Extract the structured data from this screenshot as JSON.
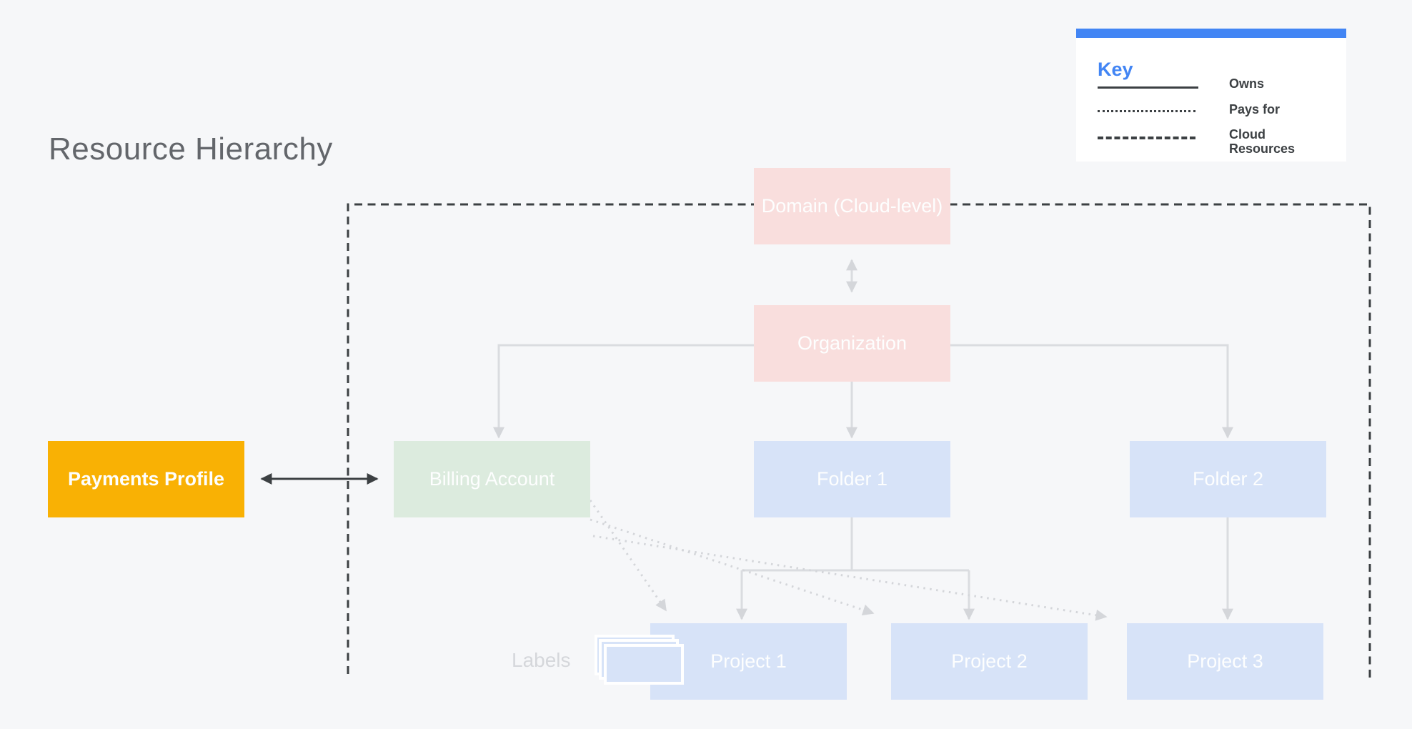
{
  "title": "Resource Hierarchy",
  "legend": {
    "heading": "Key",
    "items": [
      {
        "line_style": "solid",
        "label": "Owns"
      },
      {
        "line_style": "dotted",
        "label": "Pays for"
      },
      {
        "line_style": "dashed",
        "label": "Cloud Resources"
      }
    ]
  },
  "nodes": {
    "domain": {
      "label": "Domain (Cloud-level)",
      "color": "#F9DEDD"
    },
    "organization": {
      "label": "Organization",
      "color": "#F9DEDD"
    },
    "payments_profile": {
      "label": "Payments Profile",
      "color": "#F9B104"
    },
    "billing_account": {
      "label": "Billing Account",
      "color": "#DCEBDE"
    },
    "folder_1": {
      "label": "Folder 1",
      "color": "#D7E3F8"
    },
    "folder_2": {
      "label": "Folder 2",
      "color": "#D7E3F8"
    },
    "project_1": {
      "label": "Project 1",
      "color": "#D7E3F8"
    },
    "project_2": {
      "label": "Project 2",
      "color": "#D7E3F8"
    },
    "project_3": {
      "label": "Project 3",
      "color": "#D7E3F8"
    }
  },
  "annotations": {
    "labels_caption": "Labels"
  },
  "palette": {
    "background": "#F6F7F9",
    "pink_box": "#F9DEDD",
    "green_box": "#DCEBDE",
    "blue_box": "#D7E3F8",
    "yellow_box": "#F9B104",
    "box_text": "#FDFEFE",
    "owns_line": "#DADCE0",
    "pays_line": "#D4D6DA",
    "dark_line": "#3C4043",
    "legend_accent": "#4285F4",
    "title_text": "#63666B",
    "muted_text": "#D5D7DB"
  }
}
